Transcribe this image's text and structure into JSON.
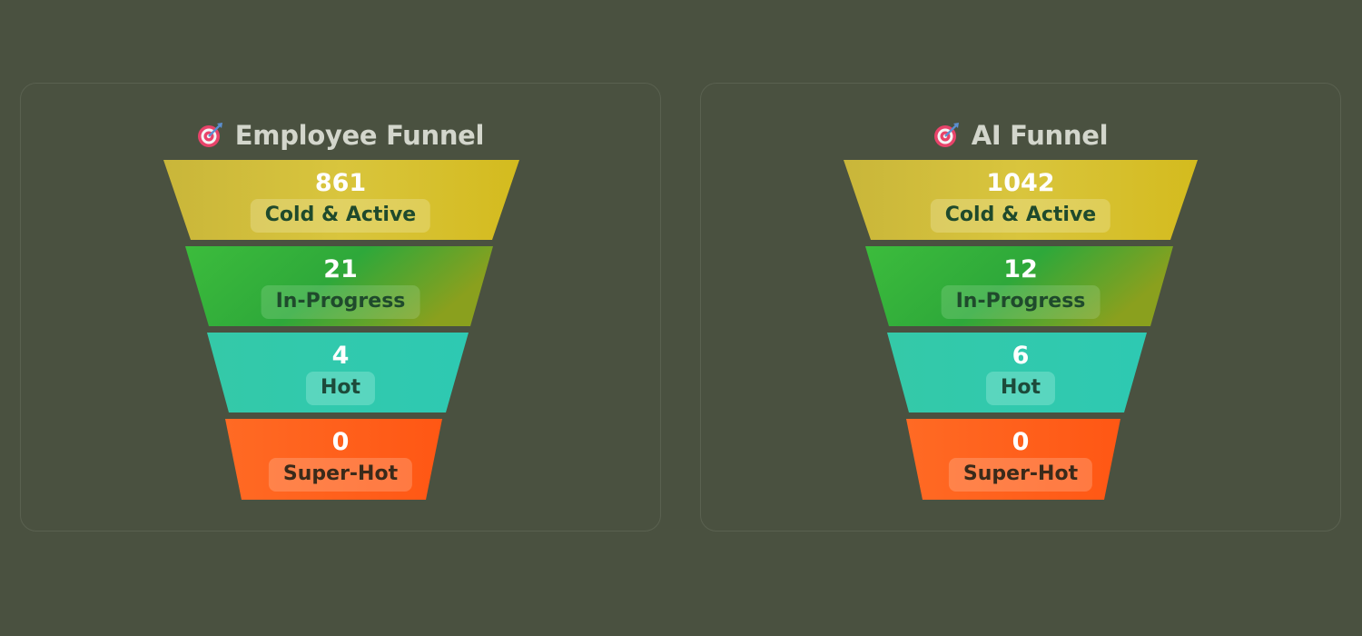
{
  "funnels": [
    {
      "title": "Employee Funnel",
      "icon": "target-icon",
      "stages": [
        {
          "value": "861",
          "label": "Cold & Active",
          "color": "#d4bf2e"
        },
        {
          "value": "21",
          "label": "In-Progress",
          "color": "#3db83d"
        },
        {
          "value": "4",
          "label": "Hot",
          "color": "#33c9b0"
        },
        {
          "value": "0",
          "label": "Super-Hot",
          "color": "#ff5a1a"
        }
      ]
    },
    {
      "title": "AI Funnel",
      "icon": "target-icon",
      "stages": [
        {
          "value": "1042",
          "label": "Cold & Active",
          "color": "#d4bf2e"
        },
        {
          "value": "12",
          "label": "In-Progress",
          "color": "#3db83d"
        },
        {
          "value": "6",
          "label": "Hot",
          "color": "#33c9b0"
        },
        {
          "value": "0",
          "label": "Super-Hot",
          "color": "#ff5a1a"
        }
      ]
    }
  ]
}
